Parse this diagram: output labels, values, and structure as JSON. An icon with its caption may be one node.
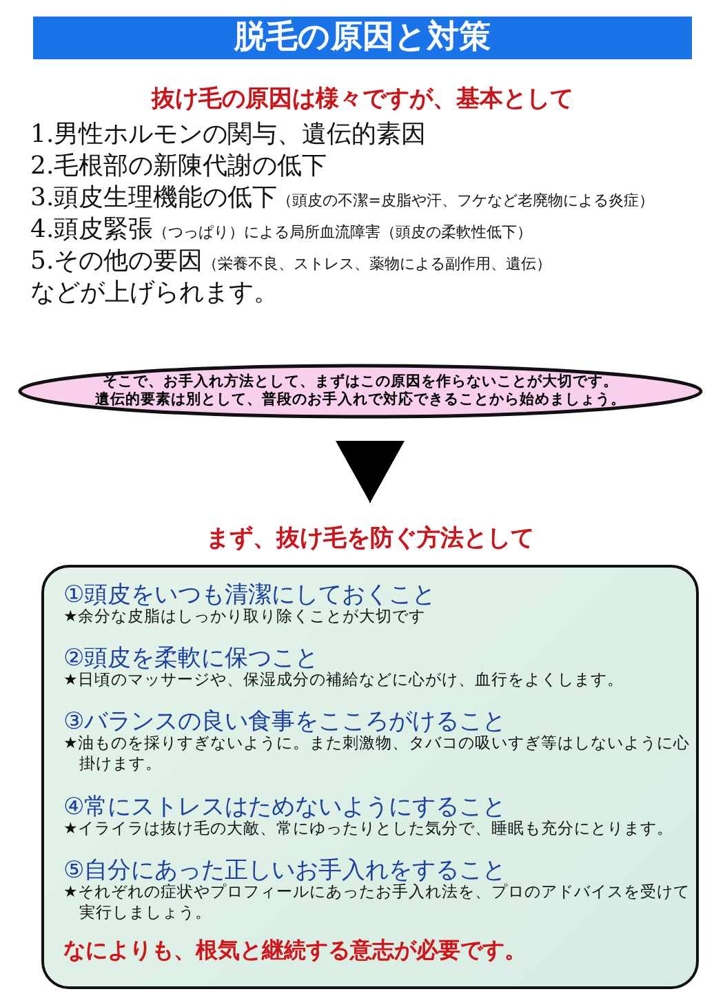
{
  "diagram": {
    "title": "脱毛の原因と対策",
    "nodes": [
      {
        "text": [
          "そこで、お手入れ方法として、まずはこの原因を作らないことが大切です。",
          "遺伝的要素は別として、普段のお手入れで対応できることから始めましょう。"
        ]
      },
      {
        "text": [
          "まず、抜け毛を防ぐ方法として",
          "①頭皮をいつも清潔にしておくこと",
          "★余分な皮脂はしっかり取り除くことが大切です",
          "②頭皮を柔軟に保つこと",
          "★日頃のマッサージや、保湿成分の補給などに心がけ、血行をよくします。",
          "③バランスの良い食事をこころがけること",
          "★油ものを採りすぎないように。また刺激物、タバコの吸いすぎ等はしないように心掛けます。",
          "④常にストレスはためないようにすること",
          "★イライラは抜け毛の大敵、常にゆったりとした気分で、睡眠も充分にとります。",
          "⑤自分にあった正しいお手入れをすること",
          "★それぞれの症状やプロフィールにあったお手入れ法を、プロのアドバイスを受けて実行しましょう。",
          "なによりも、根気と継続する意志が必要です。"
        ]
      }
    ],
    "edges": [
      {
        "from": 0,
        "to": 1,
        "arrow": "to"
      }
    ],
    "labels": [
      "抜け毛の原因は様々ですが、基本として",
      "1.男性ホルモンの関与、遺伝的素因",
      "2.毛根部の新陳代謝の低下",
      "3.頭皮生理機能の低下",
      "（頭皮の不潔=皮脂や汗、フケなど老廃物による炎症）",
      "4.頭皮緊張",
      "（つっぱり）による局所血流障害（頭皮の柔軟性低下）",
      "5.その他の要因",
      "（栄養不良、ストレス、薬物による副作用、遺伝）",
      "などが上げられます。"
    ]
  }
}
